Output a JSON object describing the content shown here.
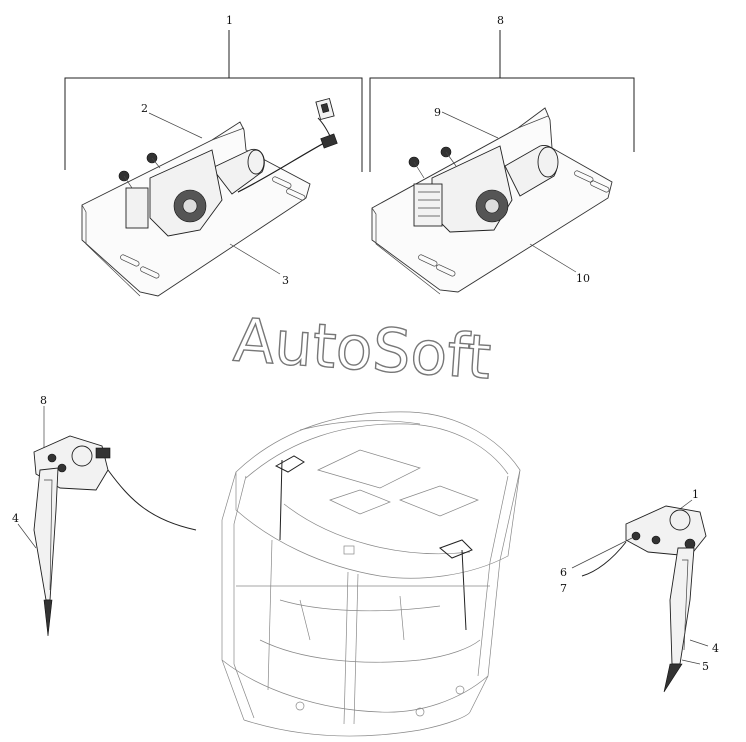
{
  "watermark": "AutoSoft",
  "callouts": {
    "top_left_assembly": "1",
    "top_left_motor": "2",
    "top_left_plate": "3",
    "top_right_assembly": "8",
    "top_right_motor": "9",
    "top_right_plate": "10",
    "left_motor": "8",
    "left_arm": "4",
    "right_motor": "1",
    "right_bolt_a": "6",
    "right_bolt_b": "7",
    "right_arm": "4",
    "right_blade": "5"
  }
}
